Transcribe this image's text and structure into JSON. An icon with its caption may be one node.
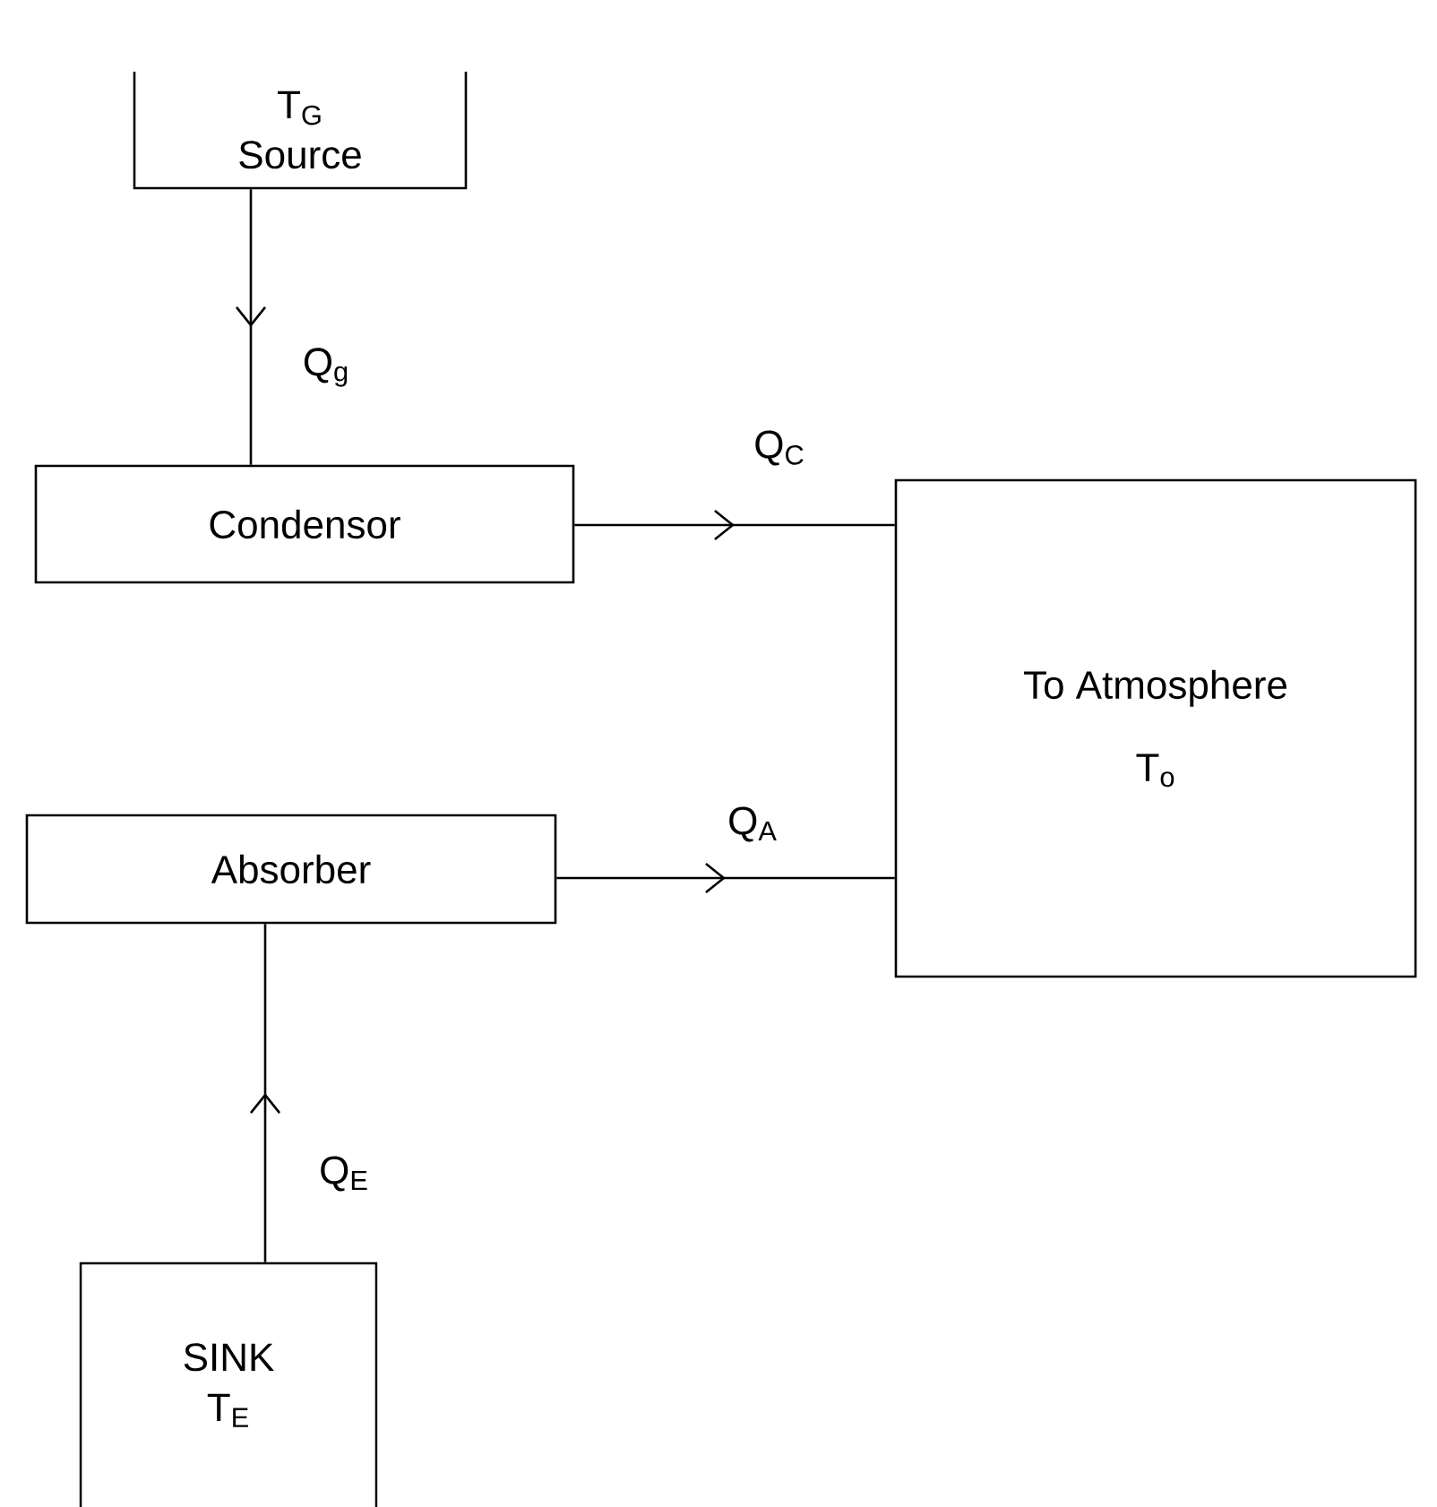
{
  "diagram": {
    "nodes": [
      {
        "text": [
          "T$_{G}$",
          "Source"
        ]
      },
      {
        "text": [
          "Condensor"
        ]
      },
      {
        "text": [
          "To Atmosphere",
          "T$_{o}$"
        ]
      },
      {
        "text": [
          "Absorber"
        ]
      },
      {
        "text": [
          "SINK",
          "T$_{E}$"
        ]
      }
    ],
    "edges": [
      {
        "from": 0,
        "to": 1,
        "arrow": "to",
        "label": "Q$_{g}$"
      },
      {
        "from": 1,
        "to": 2,
        "arrow": "to",
        "label": "Q$_{C}$"
      },
      {
        "from": 3,
        "to": 2,
        "arrow": "to",
        "label": "Q$_{A}$"
      },
      {
        "from": 4,
        "to": 3,
        "arrow": "to",
        "label": "Q$_{E}$"
      }
    ]
  }
}
